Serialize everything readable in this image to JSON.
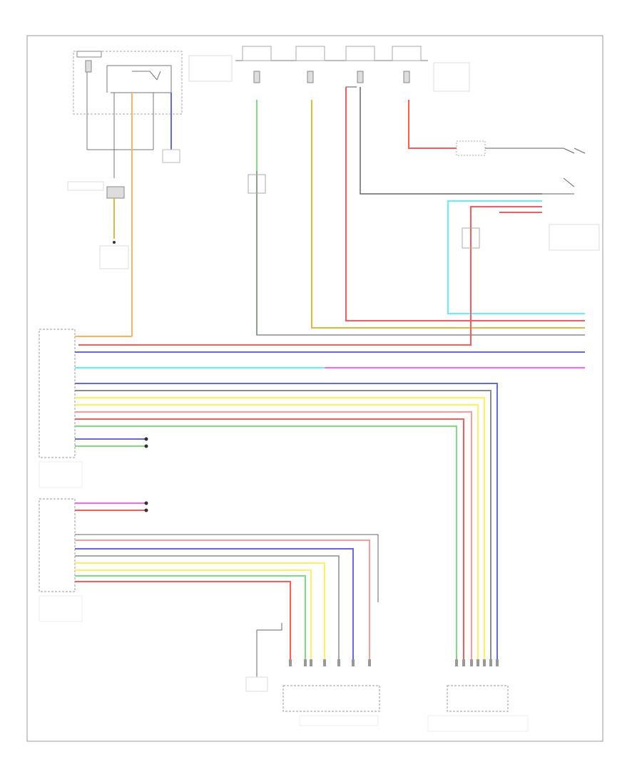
{
  "diagram": {
    "ref_code": "",
    "colors": {
      "orange": "#ffb060",
      "red": "#ff5a5a",
      "blue": "#6464ff",
      "cyan": "#60f0ff",
      "pink": "#ff60ff",
      "green": "#7be07b",
      "yellow": "#fff060",
      "tan": "#d8c890",
      "gold": "#e0b840",
      "gray": "#8c8c8c",
      "black": "#333333",
      "light_red": "#ff9a9a"
    },
    "components": [
      {
        "id": "ignition-relay",
        "label": ""
      },
      {
        "id": "fuse-1",
        "label": ""
      },
      {
        "id": "fuse-2",
        "label": ""
      },
      {
        "id": "fuse-3",
        "label": ""
      },
      {
        "id": "fuse-4",
        "label": ""
      },
      {
        "id": "stop-lamp-switch",
        "label": ""
      },
      {
        "id": "power-management-ecu",
        "label": ""
      },
      {
        "id": "skid-control-ecu",
        "label": ""
      },
      {
        "id": "yaw-rate-sensor",
        "label": ""
      },
      {
        "id": "steering-sensor",
        "label": ""
      }
    ]
  }
}
